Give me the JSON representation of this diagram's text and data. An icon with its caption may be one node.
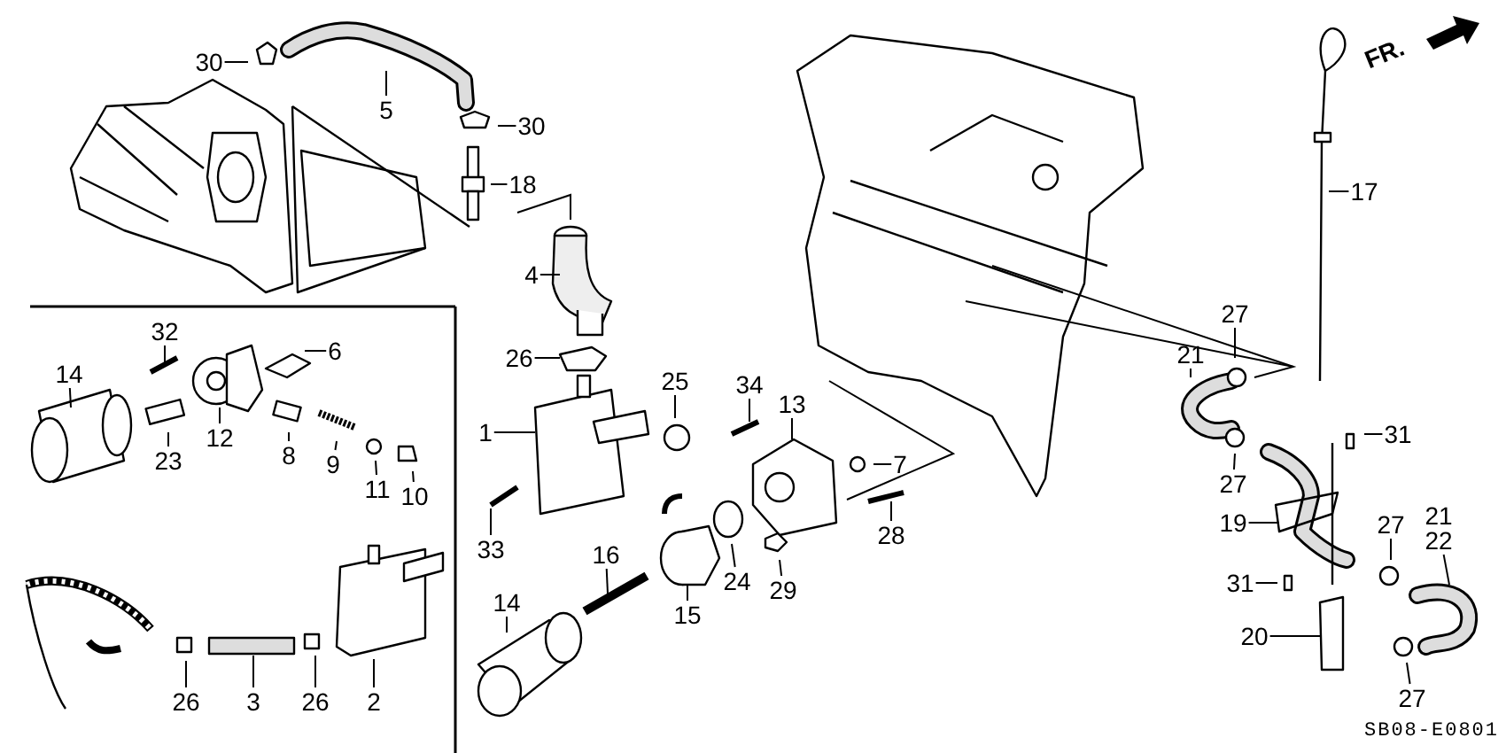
{
  "diagram": {
    "nodes": [
      {
        "text": [
          "30"
        ]
      },
      {
        "text": [
          "5"
        ]
      },
      {
        "text": [
          "30"
        ]
      },
      {
        "text": [
          "18"
        ]
      },
      {
        "text": [
          "4"
        ]
      },
      {
        "text": [
          "26"
        ]
      },
      {
        "text": [
          "32"
        ]
      },
      {
        "text": [
          "6"
        ]
      },
      {
        "text": [
          "14"
        ]
      },
      {
        "text": [
          "12"
        ]
      },
      {
        "text": [
          "23"
        ]
      },
      {
        "text": [
          "8"
        ]
      },
      {
        "text": [
          "9"
        ]
      },
      {
        "text": [
          "11"
        ]
      },
      {
        "text": [
          "10"
        ]
      },
      {
        "text": [
          "1"
        ]
      },
      {
        "text": [
          "25"
        ]
      },
      {
        "text": [
          "34"
        ]
      },
      {
        "text": [
          "13"
        ]
      },
      {
        "text": [
          "7"
        ]
      },
      {
        "text": [
          "33"
        ]
      },
      {
        "text": [
          "16"
        ]
      },
      {
        "text": [
          "15"
        ]
      },
      {
        "text": [
          "24"
        ]
      },
      {
        "text": [
          "29"
        ]
      },
      {
        "text": [
          "28"
        ]
      },
      {
        "text": [
          "14"
        ]
      },
      {
        "text": [
          "26"
        ]
      },
      {
        "text": [
          "3"
        ]
      },
      {
        "text": [
          "26"
        ]
      },
      {
        "text": [
          "2"
        ]
      },
      {
        "text": [
          "17"
        ]
      },
      {
        "text": [
          "27"
        ]
      },
      {
        "text": [
          "21"
        ]
      },
      {
        "text": [
          "27"
        ]
      },
      {
        "text": [
          "31"
        ]
      },
      {
        "text": [
          "19"
        ]
      },
      {
        "text": [
          "27"
        ]
      },
      {
        "text": [
          "21",
          "22"
        ]
      },
      {
        "text": [
          "31"
        ]
      },
      {
        "text": [
          "20"
        ]
      },
      {
        "text": [
          "27"
        ]
      }
    ],
    "edges": [
      {
        "from": 0,
        "to": null,
        "arrow": "none"
      },
      {
        "from": 1,
        "to": null,
        "arrow": "none"
      },
      {
        "from": 2,
        "to": null,
        "arrow": "none"
      },
      {
        "from": 3,
        "to": null,
        "arrow": "none"
      },
      {
        "from": 4,
        "to": null,
        "arrow": "none"
      },
      {
        "from": 5,
        "to": null,
        "arrow": "none"
      },
      {
        "from": 6,
        "to": null,
        "arrow": "none"
      },
      {
        "from": 7,
        "to": null,
        "arrow": "none"
      },
      {
        "from": 8,
        "to": null,
        "arrow": "none"
      },
      {
        "from": 9,
        "to": null,
        "arrow": "none"
      },
      {
        "from": 10,
        "to": null,
        "arrow": "none"
      },
      {
        "from": 11,
        "to": null,
        "arrow": "none"
      },
      {
        "from": 12,
        "to": null,
        "arrow": "none"
      },
      {
        "from": 13,
        "to": null,
        "arrow": "none"
      },
      {
        "from": 14,
        "to": null,
        "arrow": "none"
      },
      {
        "from": 15,
        "to": null,
        "arrow": "none"
      },
      {
        "from": 16,
        "to": null,
        "arrow": "none"
      },
      {
        "from": 17,
        "to": null,
        "arrow": "none"
      },
      {
        "from": 18,
        "to": null,
        "arrow": "none"
      },
      {
        "from": 19,
        "to": null,
        "arrow": "none"
      },
      {
        "from": 20,
        "to": null,
        "arrow": "none"
      },
      {
        "from": 21,
        "to": null,
        "arrow": "none"
      },
      {
        "from": 22,
        "to": null,
        "arrow": "none"
      },
      {
        "from": 23,
        "to": null,
        "arrow": "none"
      },
      {
        "from": 24,
        "to": null,
        "arrow": "none"
      },
      {
        "from": 25,
        "to": null,
        "arrow": "none"
      },
      {
        "from": 26,
        "to": null,
        "arrow": "none"
      },
      {
        "from": 27,
        "to": null,
        "arrow": "none"
      },
      {
        "from": 28,
        "to": null,
        "arrow": "none"
      },
      {
        "from": 29,
        "to": null,
        "arrow": "none"
      },
      {
        "from": 30,
        "to": null,
        "arrow": "none"
      },
      {
        "from": 31,
        "to": null,
        "arrow": "none"
      },
      {
        "from": 32,
        "to": null,
        "arrow": "none"
      },
      {
        "from": 33,
        "to": null,
        "arrow": "none"
      },
      {
        "from": 34,
        "to": null,
        "arrow": "none"
      },
      {
        "from": 35,
        "to": null,
        "arrow": "none"
      },
      {
        "from": 36,
        "to": null,
        "arrow": "none"
      },
      {
        "from": 37,
        "to": null,
        "arrow": "none"
      },
      {
        "from": 38,
        "to": null,
        "arrow": "none"
      },
      {
        "from": 39,
        "to": null,
        "arrow": "none"
      },
      {
        "from": 40,
        "to": null,
        "arrow": "none"
      },
      {
        "from": 41,
        "to": null,
        "arrow": "none"
      }
    ],
    "labels": [
      "FR.",
      "SB08-E0801"
    ]
  }
}
